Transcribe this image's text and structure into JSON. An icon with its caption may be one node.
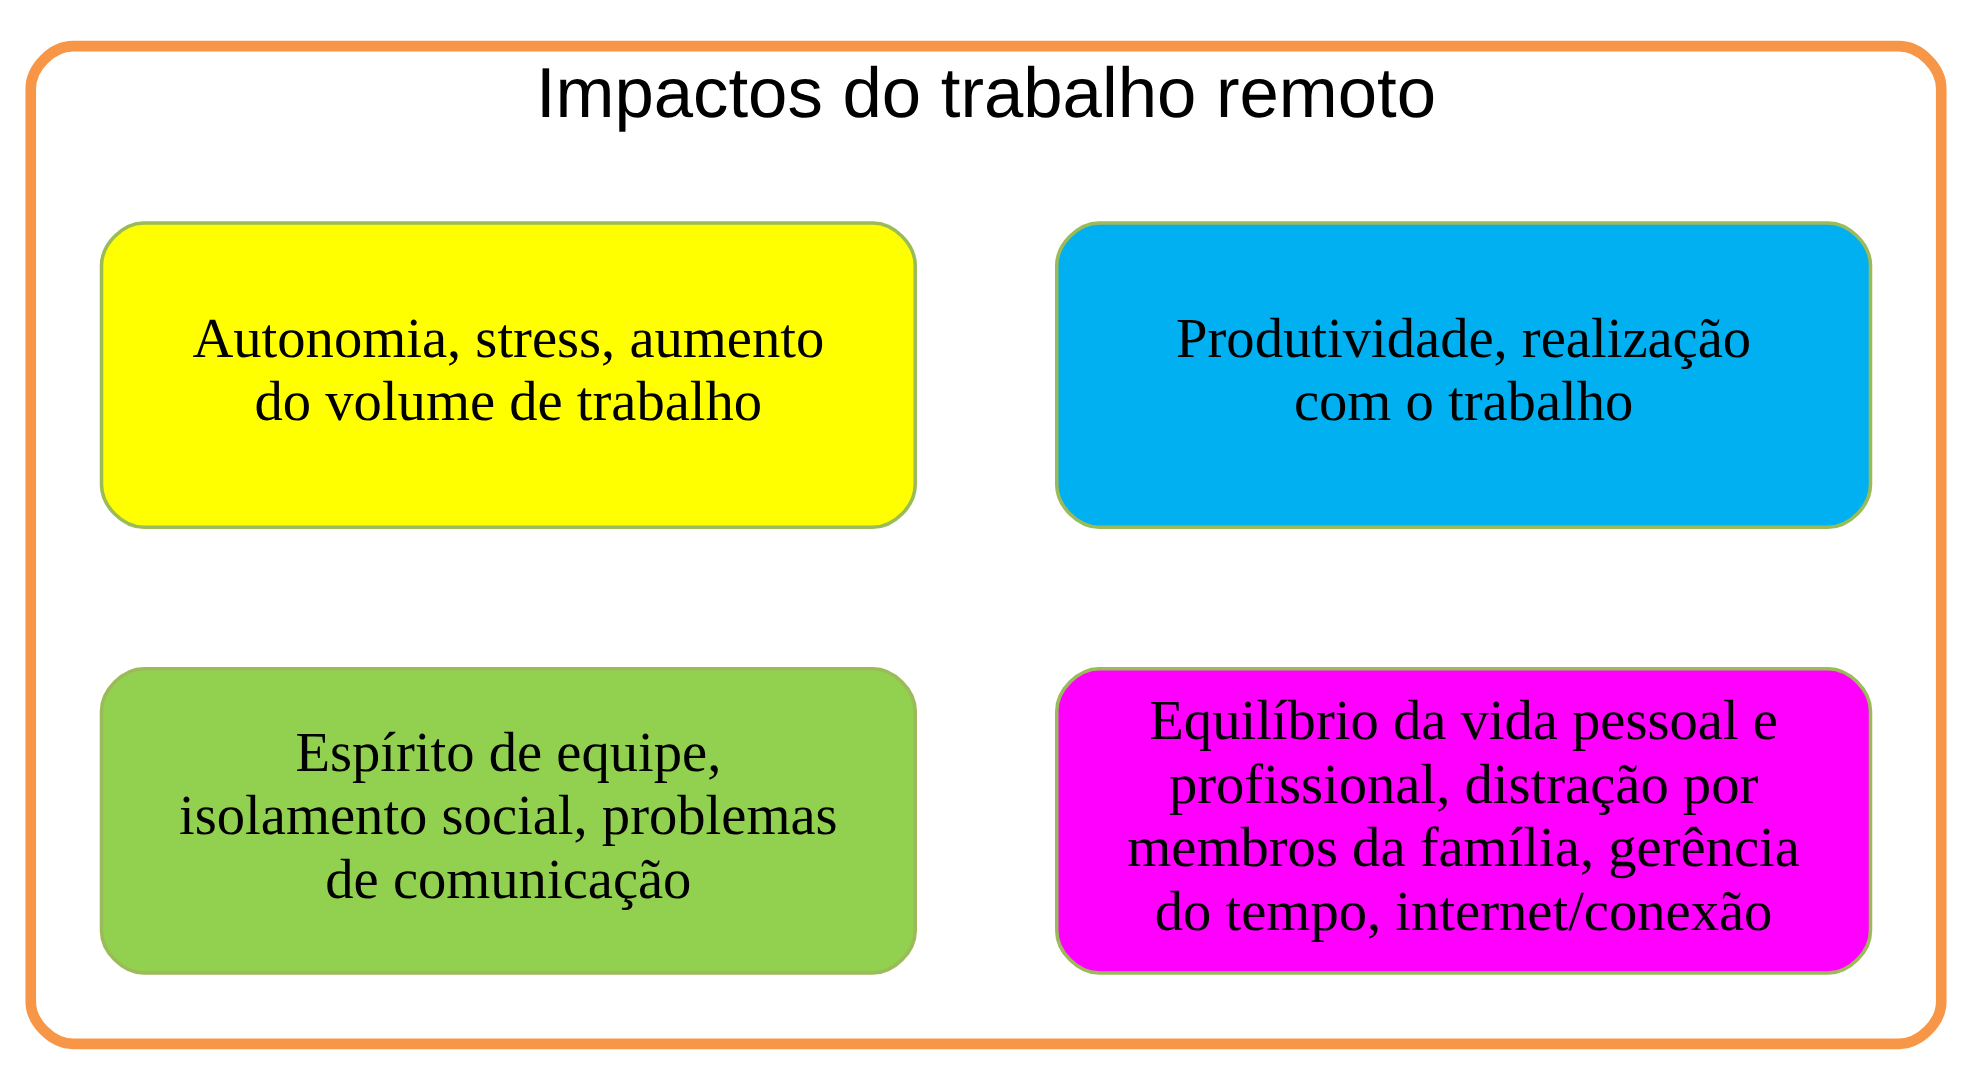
{
  "diagram": {
    "nodes": [
      {
        "text": [
          "Impactos do trabalho remoto"
        ]
      },
      {
        "text": [
          "Autonomia, stress, aumento do volume de trabalho"
        ],
        "in": 0
      },
      {
        "text": [
          "Espírito de equipe, isolamento social, problemas de comunicação"
        ],
        "in": 0
      },
      {
        "text": [
          "Produtividade, realização com o trabalho"
        ],
        "in": 0
      },
      {
        "text": [
          "Equilíbrio da vida pessoal e profissional, distração por membros da família, gerência do tempo, internet/conexão"
        ],
        "in": 0
      }
    ]
  }
}
